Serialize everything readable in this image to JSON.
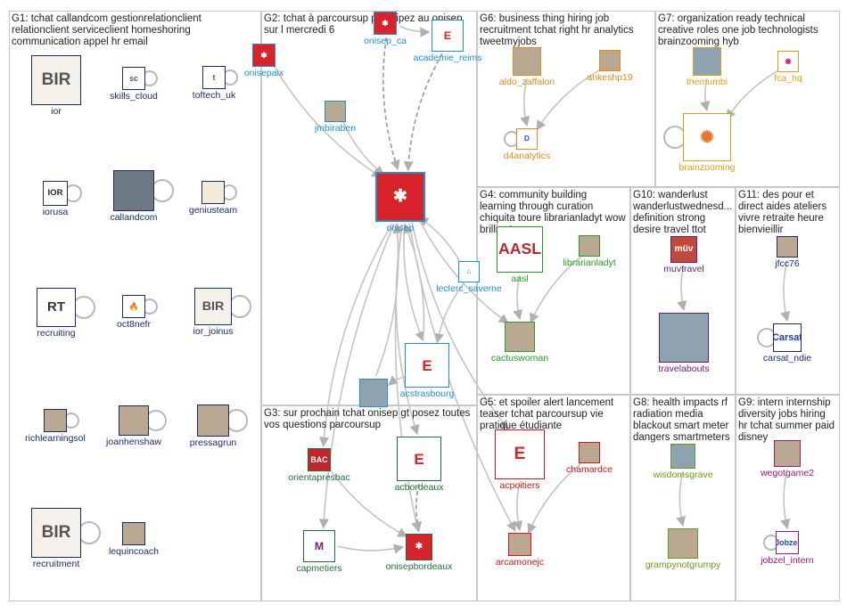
{
  "title": "",
  "groups": [
    {
      "id": "G1",
      "label": "G1: tchat callandcom gestionrelationclient relationclient serviceclient homeshoring communication appel hr email"
    },
    {
      "id": "G2",
      "label": "G2: tchat à parcoursup participez au onisep sur l mercredi 6"
    },
    {
      "id": "G3",
      "label": "G3: sur prochain tchat onisep gt posez toutes vos questions parcoursup"
    },
    {
      "id": "G4",
      "label": "G4: community building learning through curation chiquita toure librarianladyt wow brilliant"
    },
    {
      "id": "G5",
      "label": "G5: et spoiler alert lancement teaser tchat parcoursup vie pratique étudiante"
    },
    {
      "id": "G6",
      "label": "G6: business thing hiring job recruitment tchat right hr analytics tweetmyjobs"
    },
    {
      "id": "G7",
      "label": "G7: organization ready technical creative roles one job technologists brainzooming hyb"
    },
    {
      "id": "G8",
      "label": "G8: health impacts rf radiation media blackout smart meter dangers smartmeters"
    },
    {
      "id": "G9",
      "label": "G9: intern internship diversity jobs hiring hr tchat summer paid disney"
    },
    {
      "id": "G10",
      "label": "G10: wanderlust wanderlustwednesd... definition strong desire travel ttot"
    },
    {
      "id": "G11",
      "label": "G11: des pour et direct aides ateliers vivre retraite heure bienvieillir"
    }
  ],
  "colors": {
    "G1": "#1a2a6c",
    "G2": "#1f8fd0",
    "G3": "#1f6f3a",
    "G4": "#2a9a2a",
    "G5": "#d01818",
    "G6": "#e38a1a",
    "G7": "#e0a010",
    "G8": "#6a9a1a",
    "G9": "#9a1a7a",
    "G10": "#6a1a7a",
    "G11": "#1a2a6c"
  },
  "nodes": [
    {
      "id": "ior",
      "label": "ior",
      "group": "G1",
      "icon": "british-institute-logo-icon",
      "glyph": "BIR",
      "loop": false
    },
    {
      "id": "skills_cloud",
      "label": "skills_cloud",
      "group": "G1",
      "icon": "skills-cloud-logo-icon",
      "glyph": "sc",
      "loop": true
    },
    {
      "id": "toftech_uk",
      "label": "toftech_uk",
      "group": "G1",
      "icon": "toftech-logo-icon",
      "glyph": "t",
      "loop": true
    },
    {
      "id": "iorusa",
      "label": "iorusa",
      "group": "G1",
      "icon": "ior-logo-icon",
      "glyph": "IOR",
      "loop": true
    },
    {
      "id": "callandcom",
      "label": "callandcom",
      "group": "G1",
      "icon": "callandcom-photo-icon",
      "glyph": "",
      "loop": true
    },
    {
      "id": "geniusteam",
      "label": "geniusteam",
      "group": "G1",
      "icon": "crest-logo-icon",
      "glyph": "",
      "loop": true
    },
    {
      "id": "recruiting",
      "label": "recruiting",
      "group": "G1",
      "icon": "rt-logo-icon",
      "glyph": "RT",
      "loop": true
    },
    {
      "id": "oct8nefr",
      "label": "oct8nefr",
      "group": "G1",
      "icon": "flame-icon",
      "glyph": "🔥",
      "loop": true
    },
    {
      "id": "ior_joinus",
      "label": "ior_joinus",
      "group": "G1",
      "icon": "british-institute-logo-icon",
      "glyph": "BIR",
      "loop": true
    },
    {
      "id": "richlearningsol",
      "label": "richlearningsol",
      "group": "G1",
      "icon": "person-avatar-icon",
      "glyph": "",
      "loop": true
    },
    {
      "id": "joanhenshaw",
      "label": "joanhenshaw",
      "group": "G1",
      "icon": "person-avatar-icon",
      "glyph": "",
      "loop": true
    },
    {
      "id": "pressagrun",
      "label": "pressagrun",
      "group": "G1",
      "icon": "person-avatar-icon",
      "glyph": "",
      "loop": true
    },
    {
      "id": "recruitment",
      "label": "recruitment",
      "group": "G1",
      "icon": "british-institute-logo-icon",
      "glyph": "BIR",
      "loop": true
    },
    {
      "id": "lequincoach",
      "label": "lequincoach",
      "group": "G1",
      "icon": "person-avatar-icon",
      "glyph": "",
      "loop": false
    },
    {
      "id": "onisep_ca",
      "label": "onisep_ca",
      "group": "G2",
      "icon": "onisep-logo-icon",
      "glyph": "✱",
      "loop": false
    },
    {
      "id": "academie_reims",
      "label": "academie_reims",
      "group": "G2",
      "icon": "academie-logo-icon",
      "glyph": "E",
      "loop": false
    },
    {
      "id": "onisepaix",
      "label": "onisepaix",
      "group": "G2",
      "icon": "onisep-logo-icon",
      "glyph": "✱",
      "loop": false
    },
    {
      "id": "jmbiraben",
      "label": "jmbiraben",
      "group": "G2",
      "icon": "person-avatar-icon",
      "glyph": "",
      "loop": false
    },
    {
      "id": "onisep",
      "label": "onisep",
      "group": "G2",
      "icon": "onisep-logo-icon",
      "glyph": "✱",
      "loop": false
    },
    {
      "id": "leclerc_saverne",
      "label": "leclerc_saverne",
      "group": "G2",
      "icon": "house-logo-icon",
      "glyph": "⌂",
      "loop": false
    },
    {
      "id": "acstrasbourg",
      "label": "acstrasbourg",
      "group": "G2",
      "icon": "academie-logo-icon",
      "glyph": "E",
      "loop": false
    },
    {
      "id": "unnamed_g2",
      "label": "",
      "group": "G2",
      "icon": "photo-icon",
      "glyph": "",
      "loop": false
    },
    {
      "id": "orientapresbac",
      "label": "orientapresbac",
      "group": "G3",
      "icon": "orient-bac-logo-icon",
      "glyph": "BAC",
      "loop": false
    },
    {
      "id": "acbordeaux",
      "label": "acbordeaux",
      "group": "G3",
      "icon": "region-logo-icon",
      "glyph": "E",
      "loop": false
    },
    {
      "id": "capmetiers",
      "label": "capmetiers",
      "group": "G3",
      "icon": "capmetiers-logo-icon",
      "glyph": "M",
      "loop": false
    },
    {
      "id": "onisepbordeaux",
      "label": "onisepbordeaux",
      "group": "G3",
      "icon": "onisep-logo-icon",
      "glyph": "✱",
      "loop": false
    },
    {
      "id": "aasl",
      "label": "aasl",
      "group": "G4",
      "icon": "aasl-logo-icon",
      "glyph": "AASL",
      "loop": false
    },
    {
      "id": "librarianladyt",
      "label": "librarianladyt",
      "group": "G4",
      "icon": "person-avatar-icon",
      "glyph": "",
      "loop": false
    },
    {
      "id": "cactuswoman",
      "label": "cactuswoman",
      "group": "G4",
      "icon": "person-avatar-icon",
      "glyph": "",
      "loop": false
    },
    {
      "id": "acpoitiers",
      "label": "acpoitiers",
      "group": "G5",
      "icon": "academie-logo-icon",
      "glyph": "E",
      "loop": false
    },
    {
      "id": "chamardce",
      "label": "chamardce",
      "group": "G5",
      "icon": "person-avatar-icon",
      "glyph": "",
      "loop": false
    },
    {
      "id": "arcamonejc",
      "label": "arcamonejc",
      "group": "G5",
      "icon": "person-avatar-icon",
      "glyph": "",
      "loop": false
    },
    {
      "id": "aldo_zaffalon",
      "label": "aldo_zaffalon",
      "group": "G6",
      "icon": "person-avatar-icon",
      "glyph": "",
      "loop": false
    },
    {
      "id": "ankeshp19",
      "label": "ankeshp19",
      "group": "G6",
      "icon": "person-avatar-icon",
      "glyph": "",
      "loop": false
    },
    {
      "id": "d4analytics",
      "label": "d4analytics",
      "group": "G6",
      "icon": "d4-logo-icon",
      "glyph": "D",
      "loop": true
    },
    {
      "id": "themumbi",
      "label": "themumbi",
      "group": "G7",
      "icon": "photo-icon",
      "glyph": "",
      "loop": false
    },
    {
      "id": "fca_hq",
      "label": "fca_hq",
      "group": "G7",
      "icon": "fca-logo-icon",
      "glyph": "◉",
      "loop": false
    },
    {
      "id": "brainzooming",
      "label": "brainzooming",
      "group": "G7",
      "icon": "brain-logo-icon",
      "glyph": "✺",
      "loop": true
    },
    {
      "id": "wisdomsgrave",
      "label": "wisdomsgrave",
      "group": "G8",
      "icon": "photo-icon",
      "glyph": "",
      "loop": false
    },
    {
      "id": "grampynotgrumpy",
      "label": "grampynotgrumpy",
      "group": "G8",
      "icon": "person-avatar-icon",
      "glyph": "",
      "loop": false
    },
    {
      "id": "wegotgame2",
      "label": "wegotgame2",
      "group": "G9",
      "icon": "person-avatar-icon",
      "glyph": "",
      "loop": false
    },
    {
      "id": "jobzel_intern",
      "label": "jobzel_intern",
      "group": "G9",
      "icon": "jobzel-logo-icon",
      "glyph": "Jobzel",
      "loop": true
    },
    {
      "id": "muvtravel",
      "label": "muvtravel",
      "group": "G10",
      "icon": "muv-logo-icon",
      "glyph": "müv",
      "loop": false
    },
    {
      "id": "travelabouts",
      "label": "travelabouts",
      "group": "G10",
      "icon": "photo-icon",
      "glyph": "",
      "loop": false
    },
    {
      "id": "jfcc76",
      "label": "jfcc76",
      "group": "G11",
      "icon": "person-avatar-icon",
      "glyph": "",
      "loop": false
    },
    {
      "id": "carsat_ndie",
      "label": "carsat_ndie",
      "group": "G11",
      "icon": "carsat-logo-icon",
      "glyph": "Carsat",
      "loop": true
    }
  ],
  "edges": [
    {
      "from": "onisepaix",
      "to": "onisep",
      "style": "solid"
    },
    {
      "from": "jmbiraben",
      "to": "onisep",
      "style": "solid"
    },
    {
      "from": "onisep_ca",
      "to": "onisep",
      "style": "dashed"
    },
    {
      "from": "academie_reims",
      "to": "onisep",
      "style": "dashed"
    },
    {
      "from": "onisep_ca",
      "to": "academie_reims",
      "style": "solid"
    },
    {
      "from": "leclerc_saverne",
      "to": "onisep",
      "style": "solid"
    },
    {
      "from": "leclerc_saverne",
      "to": "acstrasbourg",
      "style": "solid"
    },
    {
      "from": "onisep",
      "to": "acstrasbourg",
      "style": "solid"
    },
    {
      "from": "acstrasbourg",
      "to": "onisep",
      "style": "solid"
    },
    {
      "from": "unnamed_g2",
      "to": "onisep",
      "style": "solid"
    },
    {
      "from": "acstrasbourg",
      "to": "unnamed_g2",
      "style": "solid"
    },
    {
      "from": "onisep",
      "to": "orientapresbac",
      "style": "solid"
    },
    {
      "from": "onisep",
      "to": "capmetiers",
      "style": "solid"
    },
    {
      "from": "onisep",
      "to": "acbordeaux",
      "style": "solid"
    },
    {
      "from": "onisep",
      "to": "onisepbordeaux",
      "style": "solid"
    },
    {
      "from": "onisep",
      "to": "acpoitiers",
      "style": "solid"
    },
    {
      "from": "onisep",
      "to": "cactuswoman",
      "style": "solid"
    },
    {
      "from": "onisep",
      "to": "arcamonejc",
      "style": "solid"
    },
    {
      "from": "orientapresbac",
      "to": "onisepbordeaux",
      "style": "solid"
    },
    {
      "from": "capmetiers",
      "to": "onisepbordeaux",
      "style": "solid"
    },
    {
      "from": "acbordeaux",
      "to": "onisepbordeaux",
      "style": "dashed"
    },
    {
      "from": "aasl",
      "to": "cactuswoman",
      "style": "solid"
    },
    {
      "from": "librarianladyt",
      "to": "cactuswoman",
      "style": "solid"
    },
    {
      "from": "acpoitiers",
      "to": "arcamonejc",
      "style": "solid"
    },
    {
      "from": "chamardce",
      "to": "arcamonejc",
      "style": "solid"
    },
    {
      "from": "aldo_zaffalon",
      "to": "d4analytics",
      "style": "solid"
    },
    {
      "from": "ankeshp19",
      "to": "d4analytics",
      "style": "solid"
    },
    {
      "from": "themumbi",
      "to": "brainzooming",
      "style": "solid"
    },
    {
      "from": "fca_hq",
      "to": "brainzooming",
      "style": "solid"
    },
    {
      "from": "wisdomsgrave",
      "to": "grampynotgrumpy",
      "style": "solid"
    },
    {
      "from": "wegotgame2",
      "to": "jobzel_intern",
      "style": "solid"
    },
    {
      "from": "muvtravel",
      "to": "travelabouts",
      "style": "solid"
    },
    {
      "from": "jfcc76",
      "to": "carsat_ndie",
      "style": "solid"
    }
  ]
}
